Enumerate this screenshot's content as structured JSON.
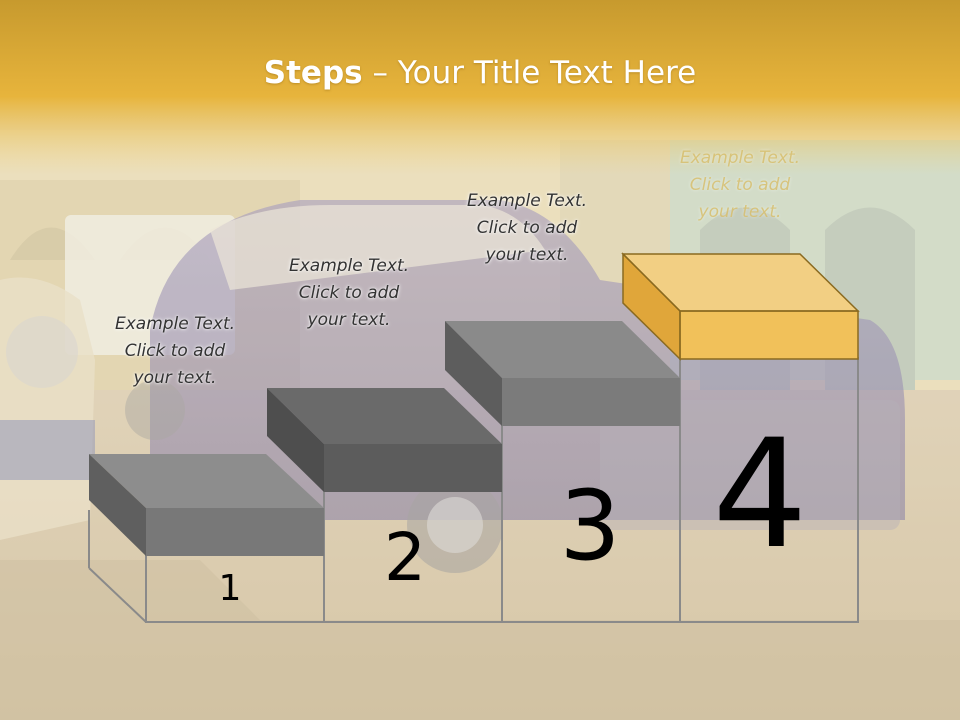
{
  "title": {
    "bold": "Steps",
    "dash": " – ",
    "rest": "Your Title Text Here"
  },
  "steps": [
    {
      "number": "1",
      "line1": "Example Text.",
      "line2": "Click  to add",
      "line3": "your text."
    },
    {
      "number": "2",
      "line1": "Example Text.",
      "line2": "Click  to add",
      "line3": "your text."
    },
    {
      "number": "3",
      "line1": "Example Text.",
      "line2": "Click  to add",
      "line3": "your text."
    },
    {
      "number": "4",
      "line1": "Example Text.",
      "line2": "Click  to add",
      "line3": "your text."
    }
  ],
  "colors": {
    "banner": "#e6b43c",
    "block_gray": "#7a7a7a",
    "block_gold": "#f1c158",
    "outline": "#8a8a8a",
    "title_text": "#ffffff"
  }
}
